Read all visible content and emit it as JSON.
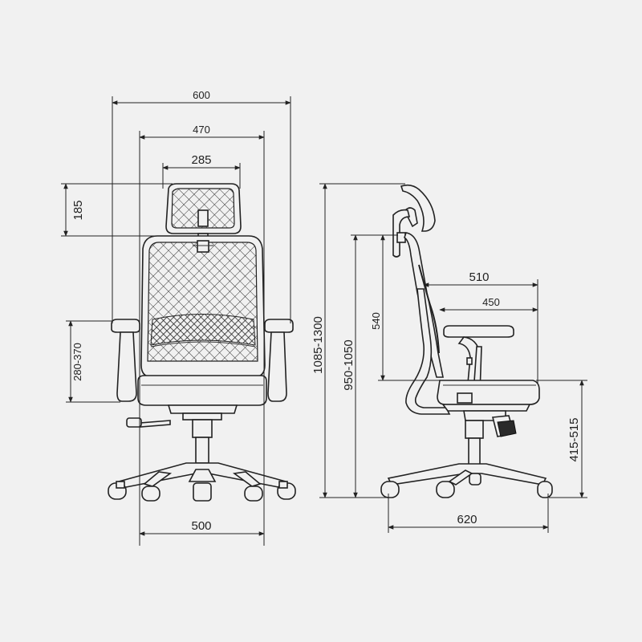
{
  "front_view": {
    "overall_width": "600",
    "seat_width": "470",
    "headrest_width": "285",
    "headrest_height": "185",
    "armrest_height": "280-370",
    "base_width": "500"
  },
  "side_view": {
    "overall_height": "1085-1300",
    "back_height": "950-1050",
    "backrest_height": "540",
    "seat_depth": "510",
    "armrest_depth": "450",
    "seat_height": "415-515",
    "base_depth": "620"
  }
}
